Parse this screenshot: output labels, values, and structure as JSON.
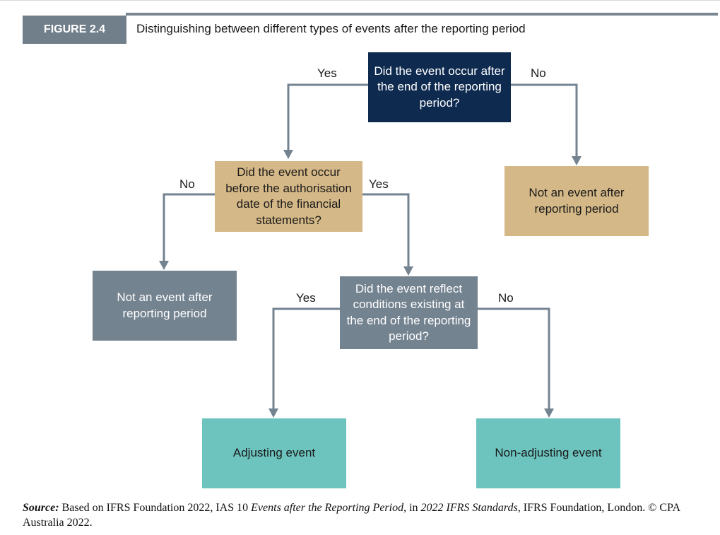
{
  "figure": {
    "label": "FIGURE 2.4",
    "title": "Distinguishing between different types of events after the reporting period"
  },
  "nodes": {
    "q1": "Did the event occur after the end of the reporting period?",
    "q2": "Did the event occur before the authorisation date of the financial statements?",
    "q3": "Did the event reflect conditions existing at the end of the reporting period?",
    "not_event_right": "Not an event after reporting period",
    "not_event_left": "Not an event after reporting period",
    "adjusting": "Adjusting event",
    "non_adjusting": "Non-adjusting event"
  },
  "edges": {
    "q1_yes": "Yes",
    "q1_no": "No",
    "q2_no": "No",
    "q2_yes": "Yes",
    "q3_yes": "Yes",
    "q3_no": "No"
  },
  "source": {
    "label": "Source:",
    "text1": " Based on IFRS Foundation 2022, IAS 10 ",
    "italic1": "Events after the Reporting Period",
    "text2": ", in ",
    "italic2": "2022 IFRS Standards",
    "text3": ", IFRS Foundation, London. © CPA Australia 2022."
  },
  "colors": {
    "navy": "#0e2a4f",
    "tan": "#d5b887",
    "grey": "#748390",
    "teal": "#6dc4bf",
    "connector": "#748390"
  }
}
